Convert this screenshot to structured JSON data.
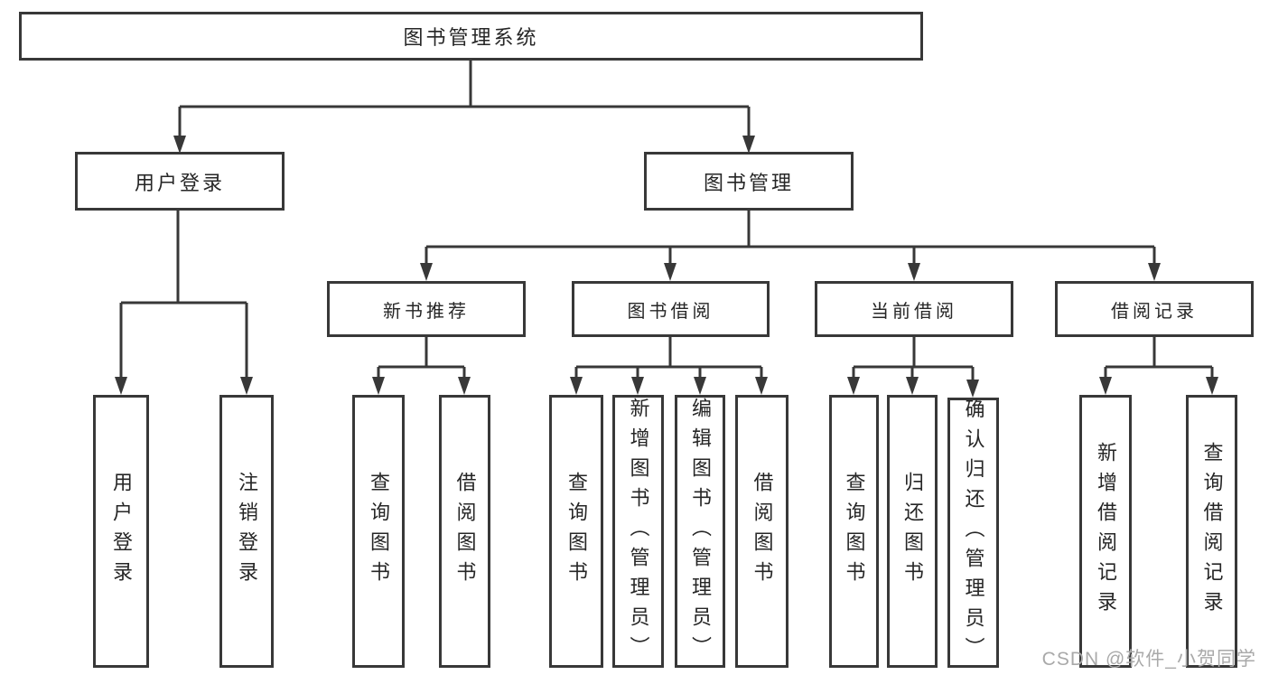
{
  "diagram": {
    "title": "图书管理系统",
    "level2": {
      "user_login": "用户登录",
      "book_mgmt": "图书管理"
    },
    "level3": {
      "new_book_rec": "新书推荐",
      "book_borrow": "图书借阅",
      "current_borrow": "当前借阅",
      "borrow_record": "借阅记录"
    },
    "leaves": {
      "user_login": [
        "用户登录",
        "注销登录"
      ],
      "new_book_rec": [
        "查询图书",
        "借阅图书"
      ],
      "book_borrow": [
        "查询图书",
        "新增图书（管理员）",
        "编辑图书（管理员）",
        "借阅图书"
      ],
      "current_borrow": [
        "查询图书",
        "归还图书",
        "确认归还（管理员）"
      ],
      "borrow_record": [
        "新增借阅记录",
        "查询借阅记录"
      ]
    }
  },
  "watermark": "CSDN @软件_小贺同学",
  "colors": {
    "line": "#383838",
    "box_border": "#383838",
    "text": "#262626",
    "watermark": "#a9a9a9",
    "background": "#ffffff"
  }
}
